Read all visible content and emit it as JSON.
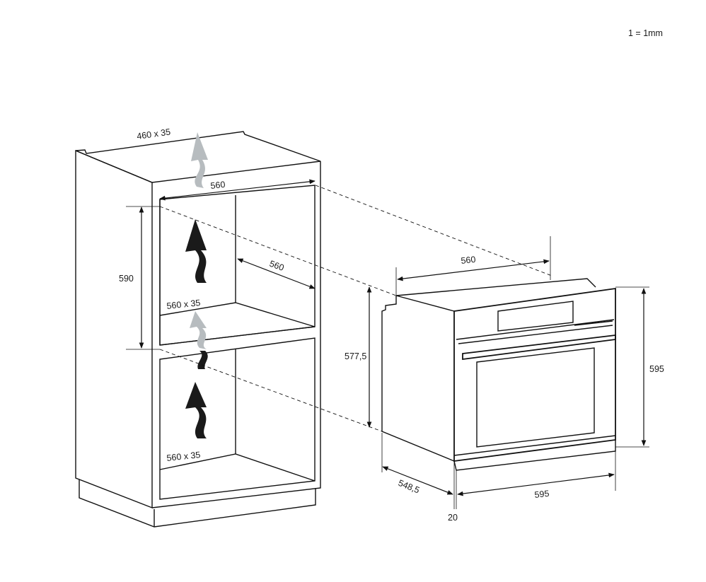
{
  "scale_note": "1 = 1mm",
  "cabinet": {
    "top_vent": "460 x 35",
    "opening_width": "560",
    "opening_height": "590",
    "opening_depth": "560",
    "middle_vent": "560 x 35",
    "bottom_vent": "560 x 35"
  },
  "oven": {
    "body_width": "560",
    "body_height": "577,5",
    "front_height": "595",
    "depth": "548,5",
    "front_width": "595",
    "front_thickness": "20"
  },
  "colors": {
    "line": "#111111",
    "arrow_dark": "#1a1a1a",
    "arrow_light": "#b7bcbf"
  }
}
